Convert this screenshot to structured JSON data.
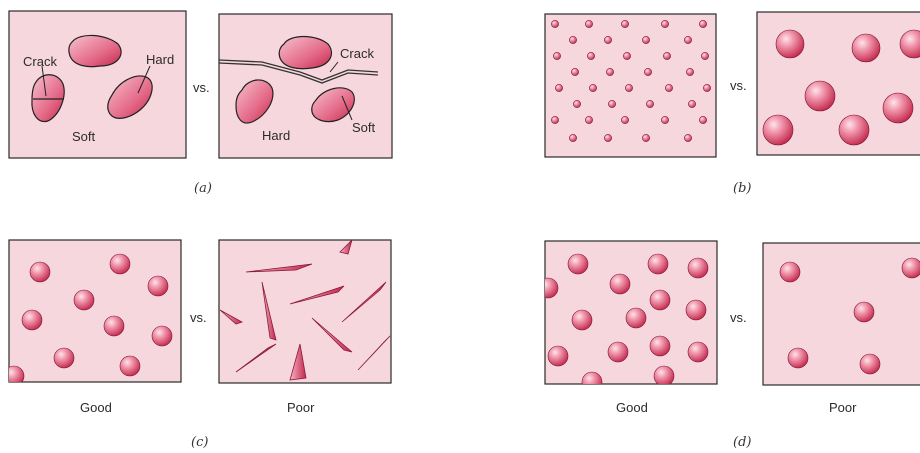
{
  "colors": {
    "panel_fill": "#f7d7de",
    "panel_border": "#2a2a2a",
    "particle_light": "#f7c2cf",
    "particle_dark": "#c2284d",
    "crack_line": "#333333"
  },
  "panel_a": {
    "caption": "(a)",
    "vs": "vs.",
    "left": {
      "crack": "Crack",
      "hard": "Hard",
      "soft": "Soft"
    },
    "right": {
      "crack": "Crack",
      "hard": "Hard",
      "soft": "Soft"
    }
  },
  "panel_b": {
    "caption": "(b)",
    "vs": "vs."
  },
  "panel_c": {
    "caption": "(c)",
    "vs": "vs.",
    "good": "Good",
    "poor": "Poor"
  },
  "panel_d": {
    "caption": "(d)",
    "vs": "vs.",
    "good": "Good",
    "poor": "Poor"
  }
}
